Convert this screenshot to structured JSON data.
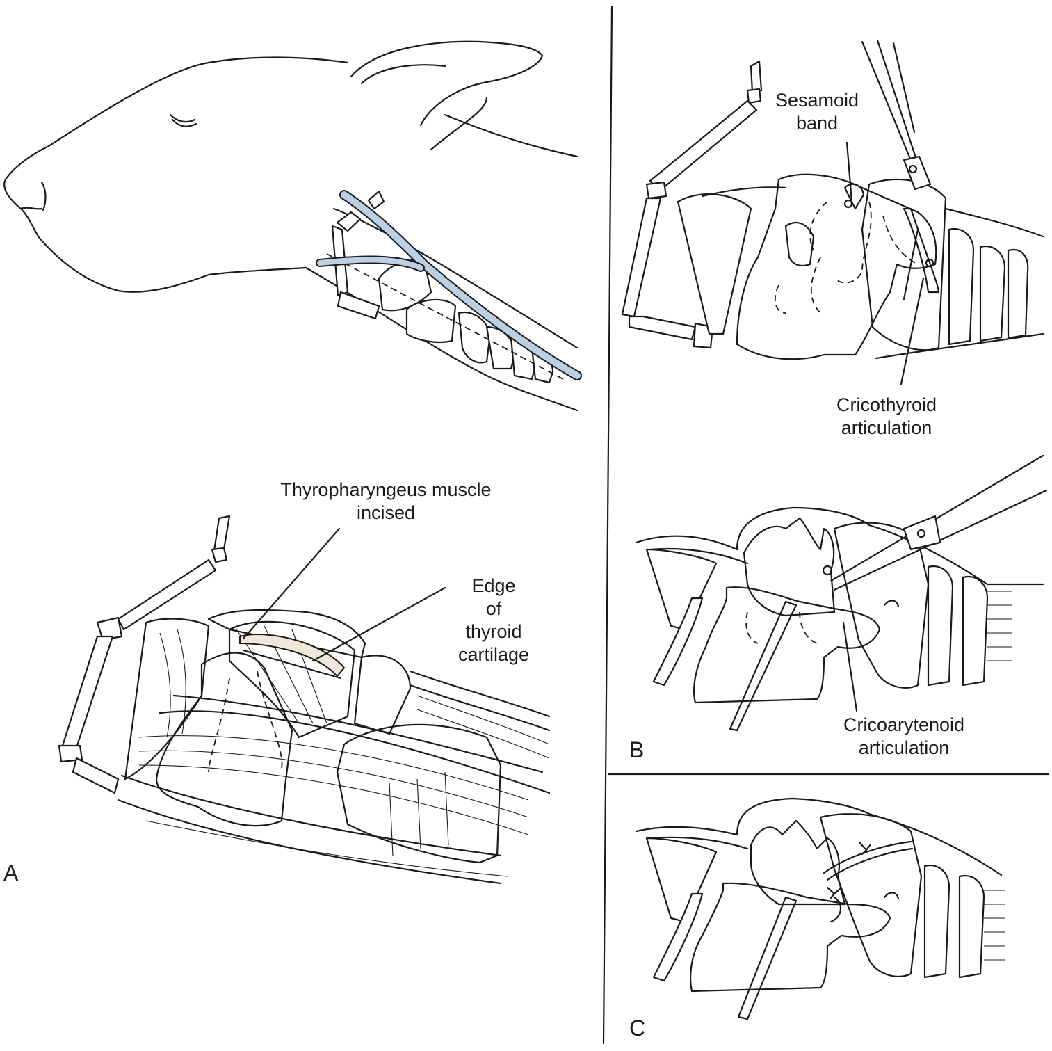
{
  "colors": {
    "thyroid_purple": "#cfcbe6",
    "arytenoid_green": "#d9ead3",
    "cricoid_blue": "#d3e2ee",
    "nerve_blue": "#bcd0e4",
    "ink": "#1a1a1a"
  },
  "panels": [
    {
      "id": "A",
      "letter": "A"
    },
    {
      "id": "B",
      "letter": "B"
    },
    {
      "id": "C",
      "letter": "C"
    }
  ],
  "labels": {
    "thyropharyngeus": "Thyropharyngeus muscle\nincised",
    "edge_thyroid": "Edge\nof\nthyroid\ncartilage",
    "sesamoid_band": "Sesamoid\nband",
    "cricothyroid": "Cricothyroid\narticulation",
    "cricoarytenoid": "Cricoarytenoid\narticulation"
  }
}
